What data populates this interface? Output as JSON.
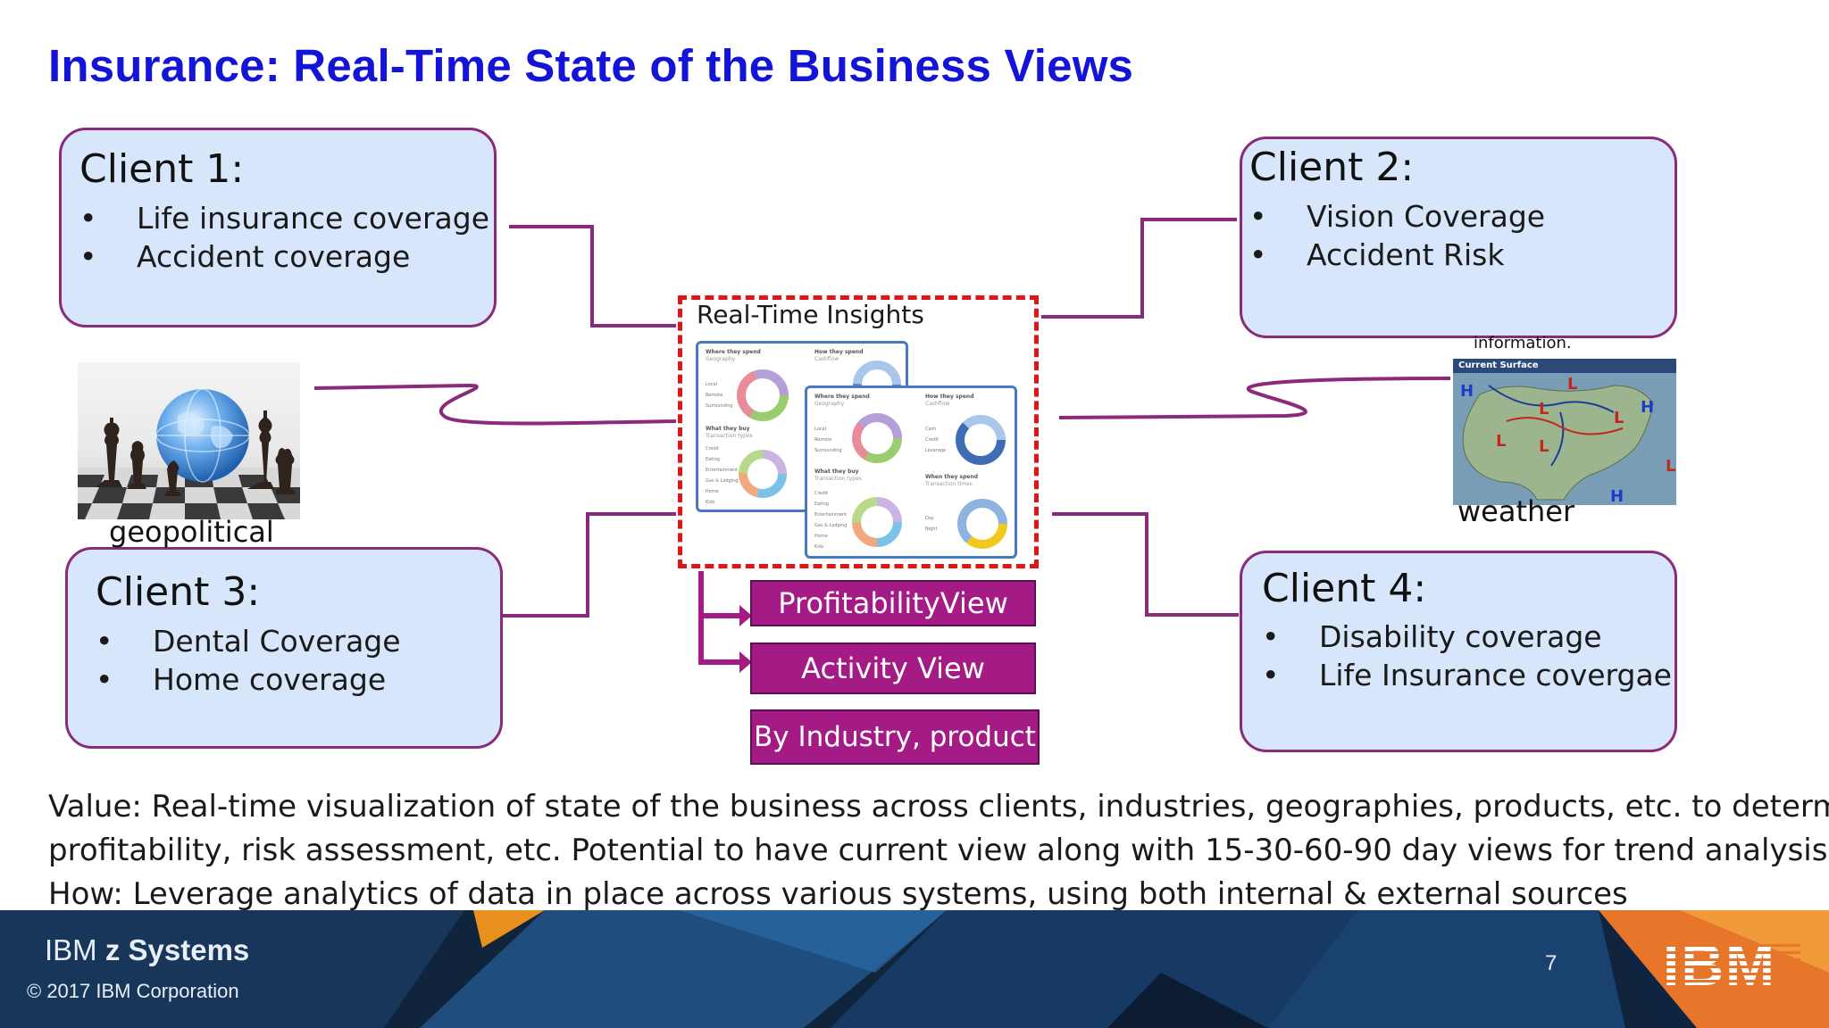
{
  "title": "Insurance: Real-Time State of the Business Views",
  "clients": [
    {
      "title": "Client 1:",
      "items": [
        "Life insurance coverage",
        "Accident coverage"
      ]
    },
    {
      "title": "Client 2:",
      "items": [
        "Vision Coverage",
        "Accident Risk"
      ]
    },
    {
      "title": "Client 3:",
      "items": [
        "Dental Coverage",
        "Home coverage"
      ]
    },
    {
      "title": "Client 4:",
      "items": [
        "Disability coverage",
        "Life Insurance covergae"
      ]
    }
  ],
  "geopolitical_label": "geopolitical",
  "weather_label": "weather",
  "weather_caption": "information.",
  "weather_map_title": "Current Surface",
  "insights": {
    "label": "Real-Time Insights",
    "panel_a": {
      "h1": "Where they spend",
      "s1": "Geography",
      "h2": "How they spend",
      "s2": "Cashflow",
      "h3": "What they buy",
      "s3": "Transaction types"
    },
    "panel_b": {
      "h1": "Where they spend",
      "s1": "Geography",
      "h2": "How they spend",
      "s2": "Cashflow",
      "h3": "What they buy",
      "s3": "Transaction types",
      "h4": "When they spend",
      "s4": "Transaction times"
    },
    "geo_items": [
      "Local",
      "Remote",
      "Surrounding"
    ],
    "type_items": [
      "Credit",
      "Eating",
      "Entertainment",
      "Gas & Lodging",
      "Home",
      "Kids"
    ],
    "cash_items": [
      "Cash",
      "Credit",
      "Leverage"
    ],
    "time_items": [
      "Day",
      "Night"
    ]
  },
  "views": [
    "ProfitabilityView",
    "Activity View",
    "By Industry, product"
  ],
  "value_lines": [
    "Value:  Real-time visualization of state of the business across clients, industries, geographies, products, etc. to determine",
    "profitability, risk assessment, etc. Potential to have current view along with 15-30-60-90 day views for trend analysis",
    "How:  Leverage analytics of data in place across various systems, using both internal & external sources"
  ],
  "footer": {
    "brand_prefix": "IBM",
    "brand_bold": "z Systems",
    "copyright": "© 2017 IBM Corporation",
    "page_number": "7",
    "logo": "IBM"
  },
  "colors": {
    "title": "#1414d8",
    "client_fill": "#d7e6fb",
    "connector": "#8a2a7a",
    "view_button": "#a41b86",
    "insights_border": "#e01515",
    "footer_bg": "#10243c"
  }
}
